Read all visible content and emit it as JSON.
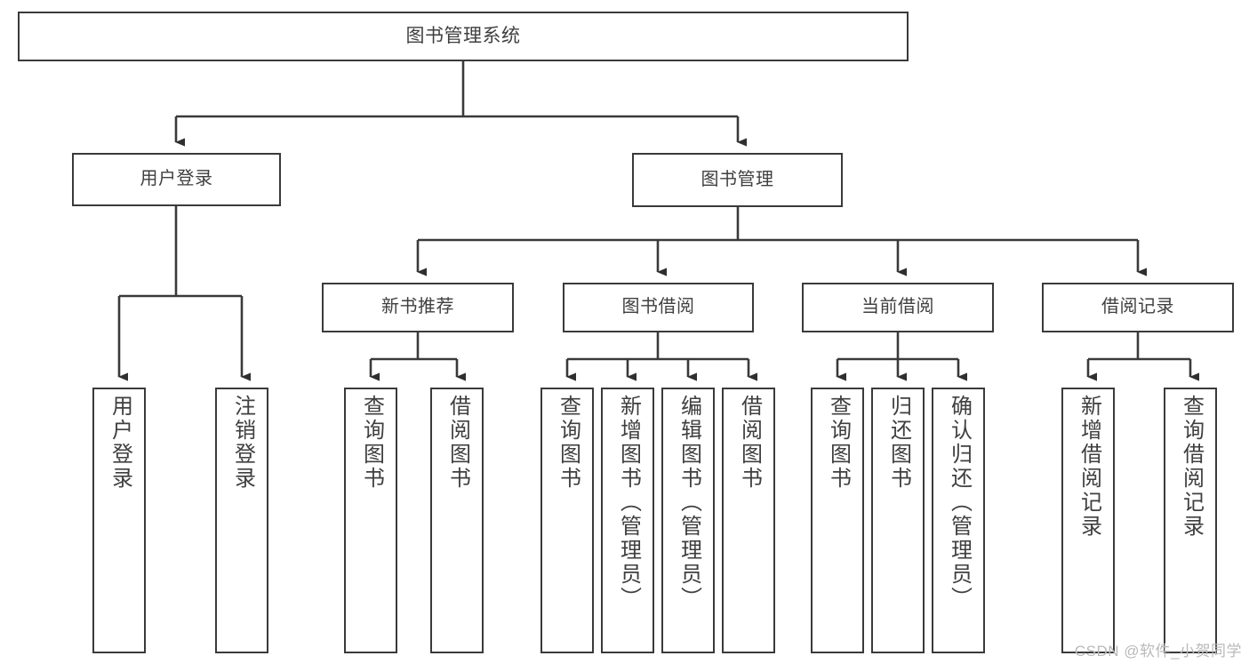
{
  "diagram": {
    "title": "图书管理系统",
    "watermark": "CSDN @软件_小贺同学",
    "colors": {
      "border": "#3a3a3a",
      "text": "#3f3f3f",
      "background": "#ffffff",
      "watermark": "#b9b9b9"
    },
    "root": {
      "label": "图书管理系统"
    },
    "level1": [
      {
        "id": "user-login",
        "label": "用户登录"
      },
      {
        "id": "book-management",
        "label": "图书管理"
      }
    ],
    "level2": [
      {
        "id": "new-book-recommend",
        "label": "新书推荐"
      },
      {
        "id": "book-borrow",
        "label": "图书借阅"
      },
      {
        "id": "current-borrow",
        "label": "当前借阅"
      },
      {
        "id": "borrow-record",
        "label": "借阅记录"
      }
    ],
    "leaves": {
      "user_login": [
        {
          "id": "leaf-user-login",
          "label": "用户登录"
        },
        {
          "id": "leaf-logout-login",
          "label": "注销登录"
        }
      ],
      "new_book_recommend": [
        {
          "id": "leaf-query-book-1",
          "label": "查询图书"
        },
        {
          "id": "leaf-borrow-book-1",
          "label": "借阅图书"
        }
      ],
      "book_borrow": [
        {
          "id": "leaf-query-book-2",
          "label": "查询图书"
        },
        {
          "id": "leaf-add-book",
          "label": "新增图书（管理员）"
        },
        {
          "id": "leaf-edit-book",
          "label": "编辑图书（管理员）"
        },
        {
          "id": "leaf-borrow-book-2",
          "label": "借阅图书"
        }
      ],
      "current_borrow": [
        {
          "id": "leaf-query-book-3",
          "label": "查询图书"
        },
        {
          "id": "leaf-return-book",
          "label": "归还图书"
        },
        {
          "id": "leaf-confirm-return",
          "label": "确认归还（管理员）"
        }
      ],
      "borrow_record": [
        {
          "id": "leaf-add-record",
          "label": "新增借阅记录"
        },
        {
          "id": "leaf-query-record",
          "label": "查询借阅记录"
        }
      ]
    }
  }
}
